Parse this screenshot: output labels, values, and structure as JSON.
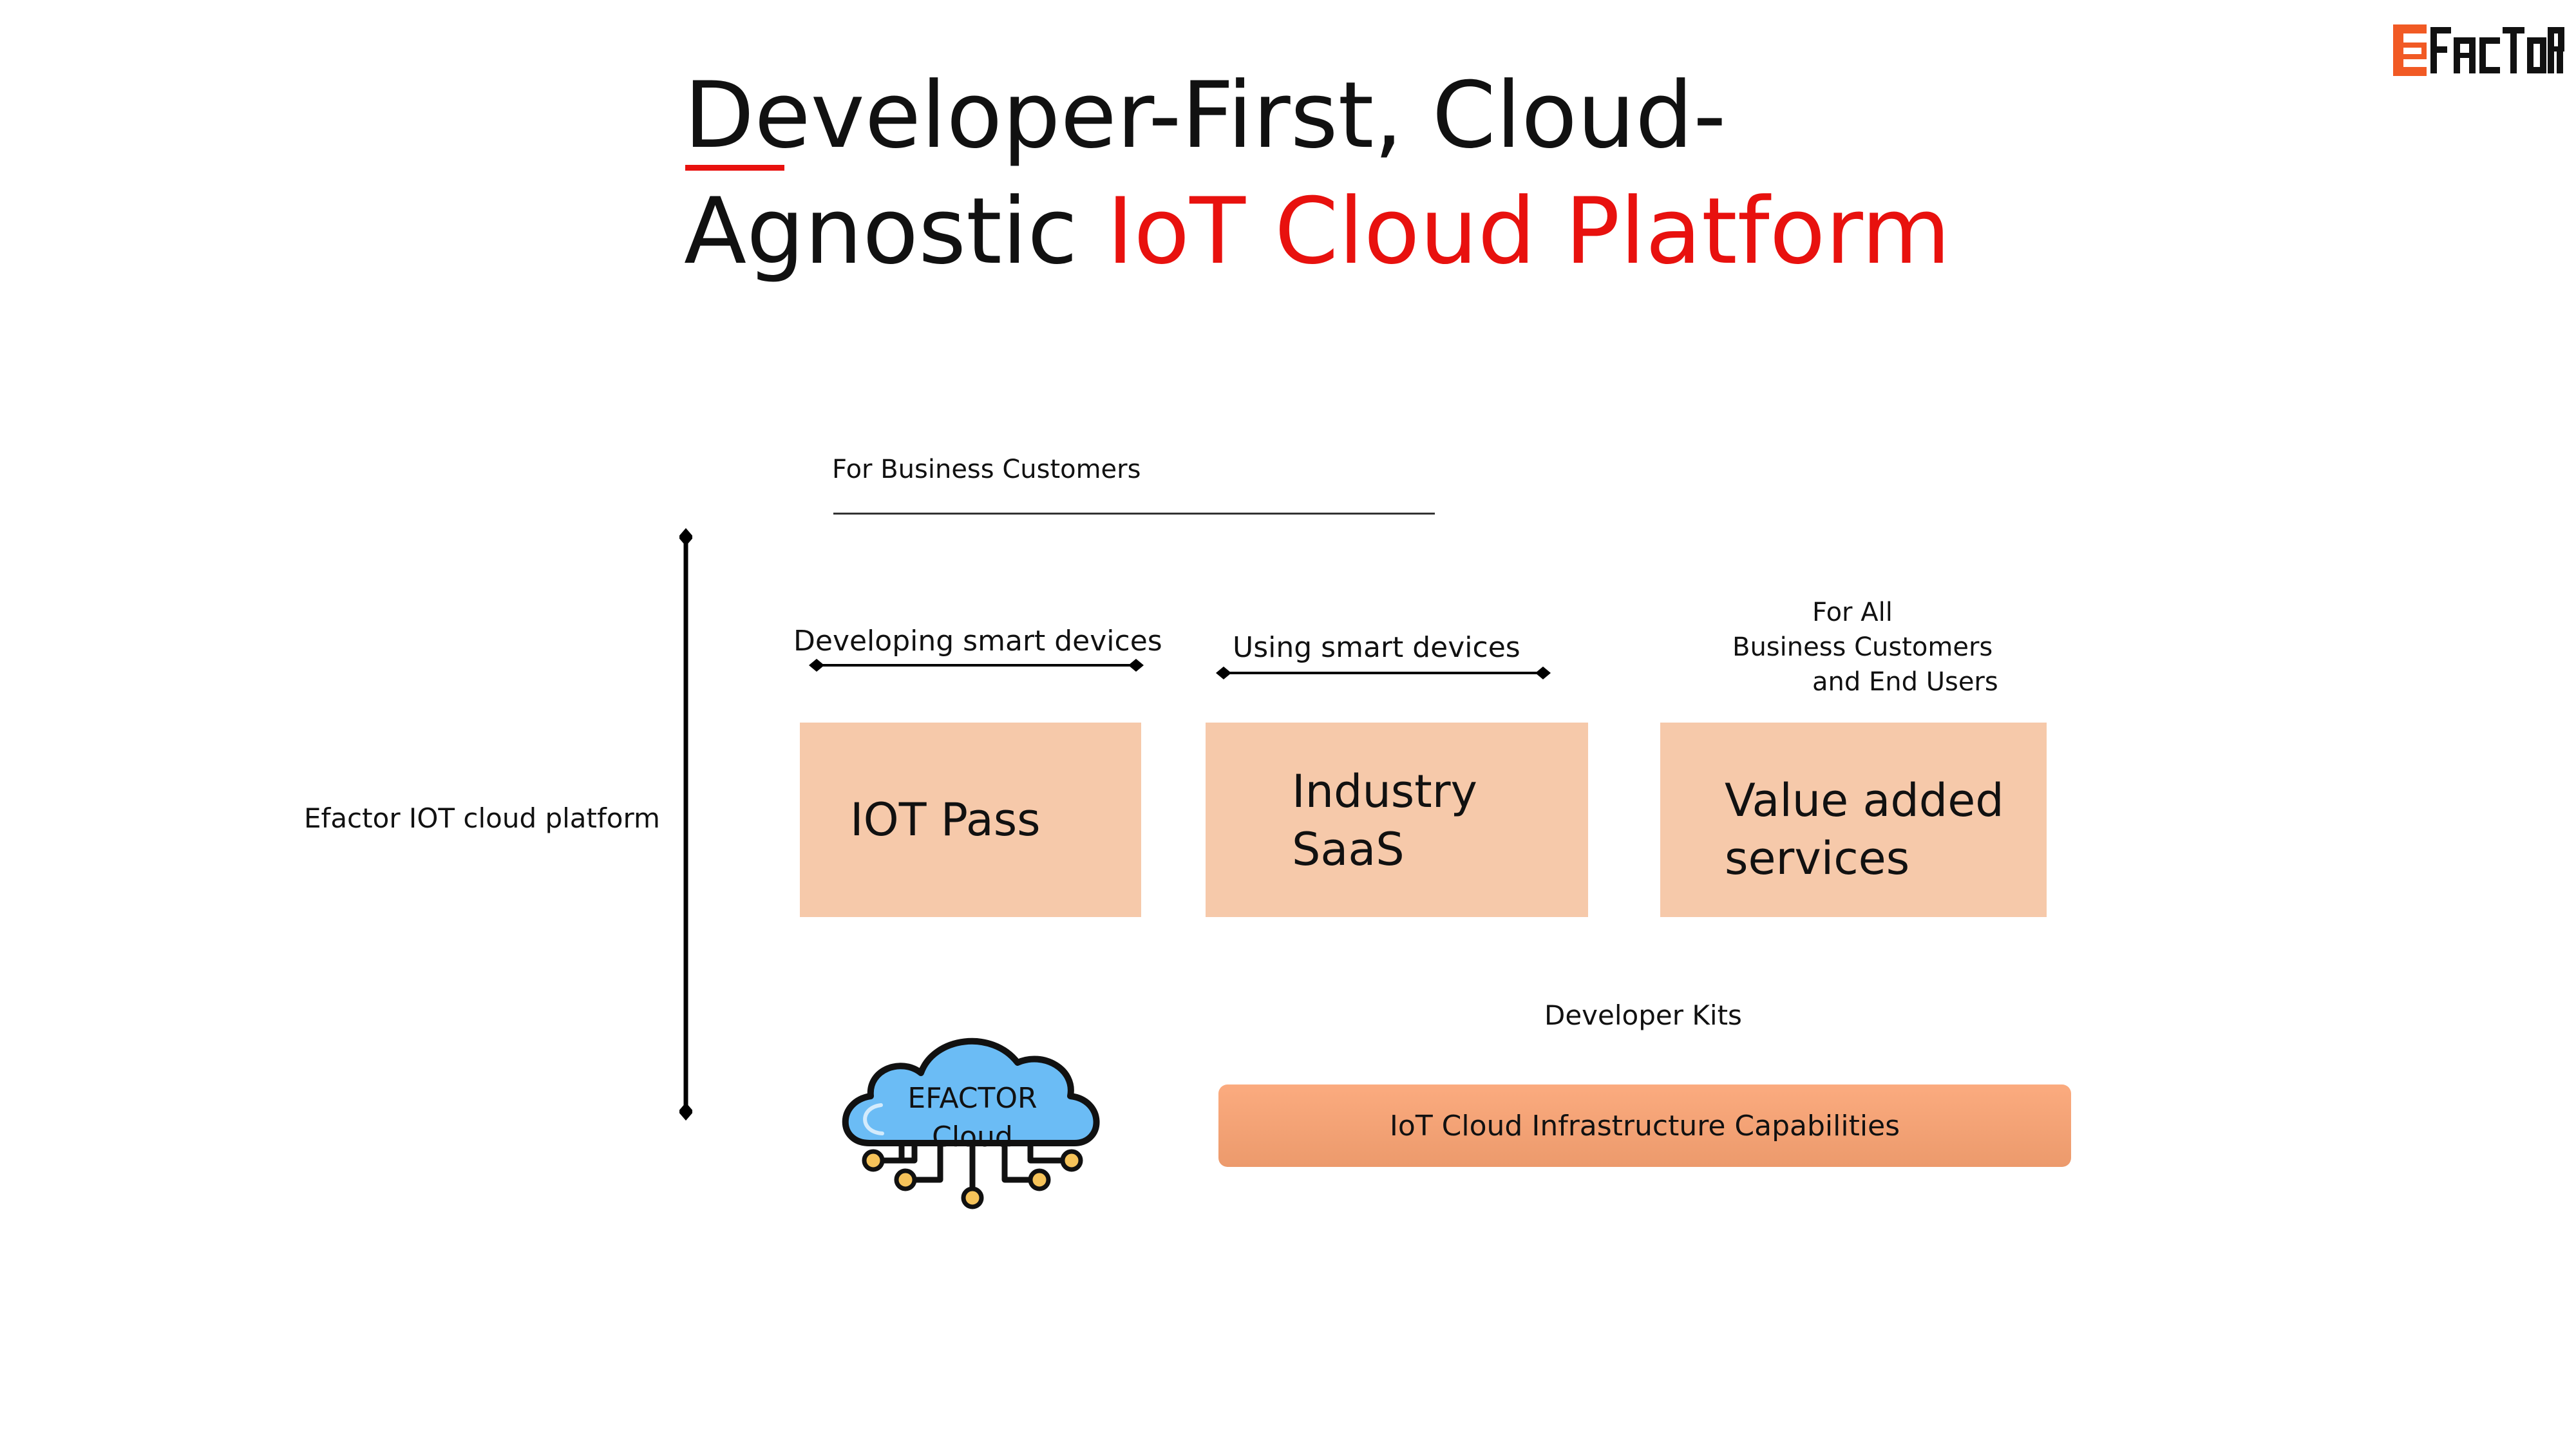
{
  "title": {
    "line1": "Developer-First, Cloud-",
    "line2_plain": "Agnostic ",
    "line2_highlight": "IoT Cloud Platform"
  },
  "logo": {
    "icon": "efactor-logo-icon",
    "text": "EFACTOR",
    "accent_color": "#f15a24"
  },
  "business_customers": {
    "label": "For Business Customers"
  },
  "axis": {
    "label": "Efactor IOT cloud platform"
  },
  "ranges": {
    "developing": "Developing smart devices",
    "using": "Using smart devices",
    "for_all": [
      "For All",
      "Business Customers",
      "and End Users"
    ]
  },
  "boxes": [
    {
      "lines": [
        "IOT Pass"
      ]
    },
    {
      "lines": [
        "Industry",
        "SaaS"
      ]
    },
    {
      "lines": [
        "Value added",
        "services"
      ]
    }
  ],
  "developer_kits": {
    "label": "Developer Kits"
  },
  "infrastructure": {
    "label": "IoT Cloud Infrastructure Capabilities"
  },
  "cloud": {
    "icon": "cloud-icon",
    "line1": "EFACTOR",
    "line2": "Cloud"
  },
  "colors": {
    "accent_red": "#e8110e",
    "box_fill": "#f6c9aa",
    "bar_fill": "#f5a676",
    "cloud_fill": "#6bbcf5",
    "node_fill": "#f6c35a"
  }
}
